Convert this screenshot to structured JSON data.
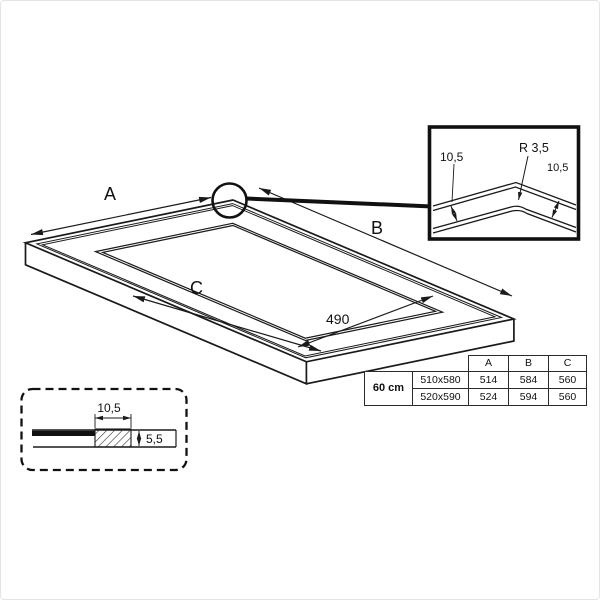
{
  "diagram": {
    "main": {
      "dim_a": "A",
      "dim_b": "B",
      "dim_c": "C",
      "dim_inner": "490"
    },
    "zoom": {
      "dim_left": "10,5",
      "radius": "R 3,5",
      "dim_right": "10,5"
    },
    "section": {
      "dim_width": "10,5",
      "dim_height": "5,5"
    }
  },
  "table": {
    "size_class": "60 cm",
    "col_headers": [
      "A",
      "B",
      "C"
    ],
    "rows": [
      {
        "cutout": "510x580",
        "A": "514",
        "B": "584",
        "C": "560"
      },
      {
        "cutout": "520x590",
        "A": "524",
        "B": "594",
        "C": "560"
      }
    ]
  },
  "colors": {
    "line": "#1a1a1a",
    "background": "#ffffff"
  }
}
